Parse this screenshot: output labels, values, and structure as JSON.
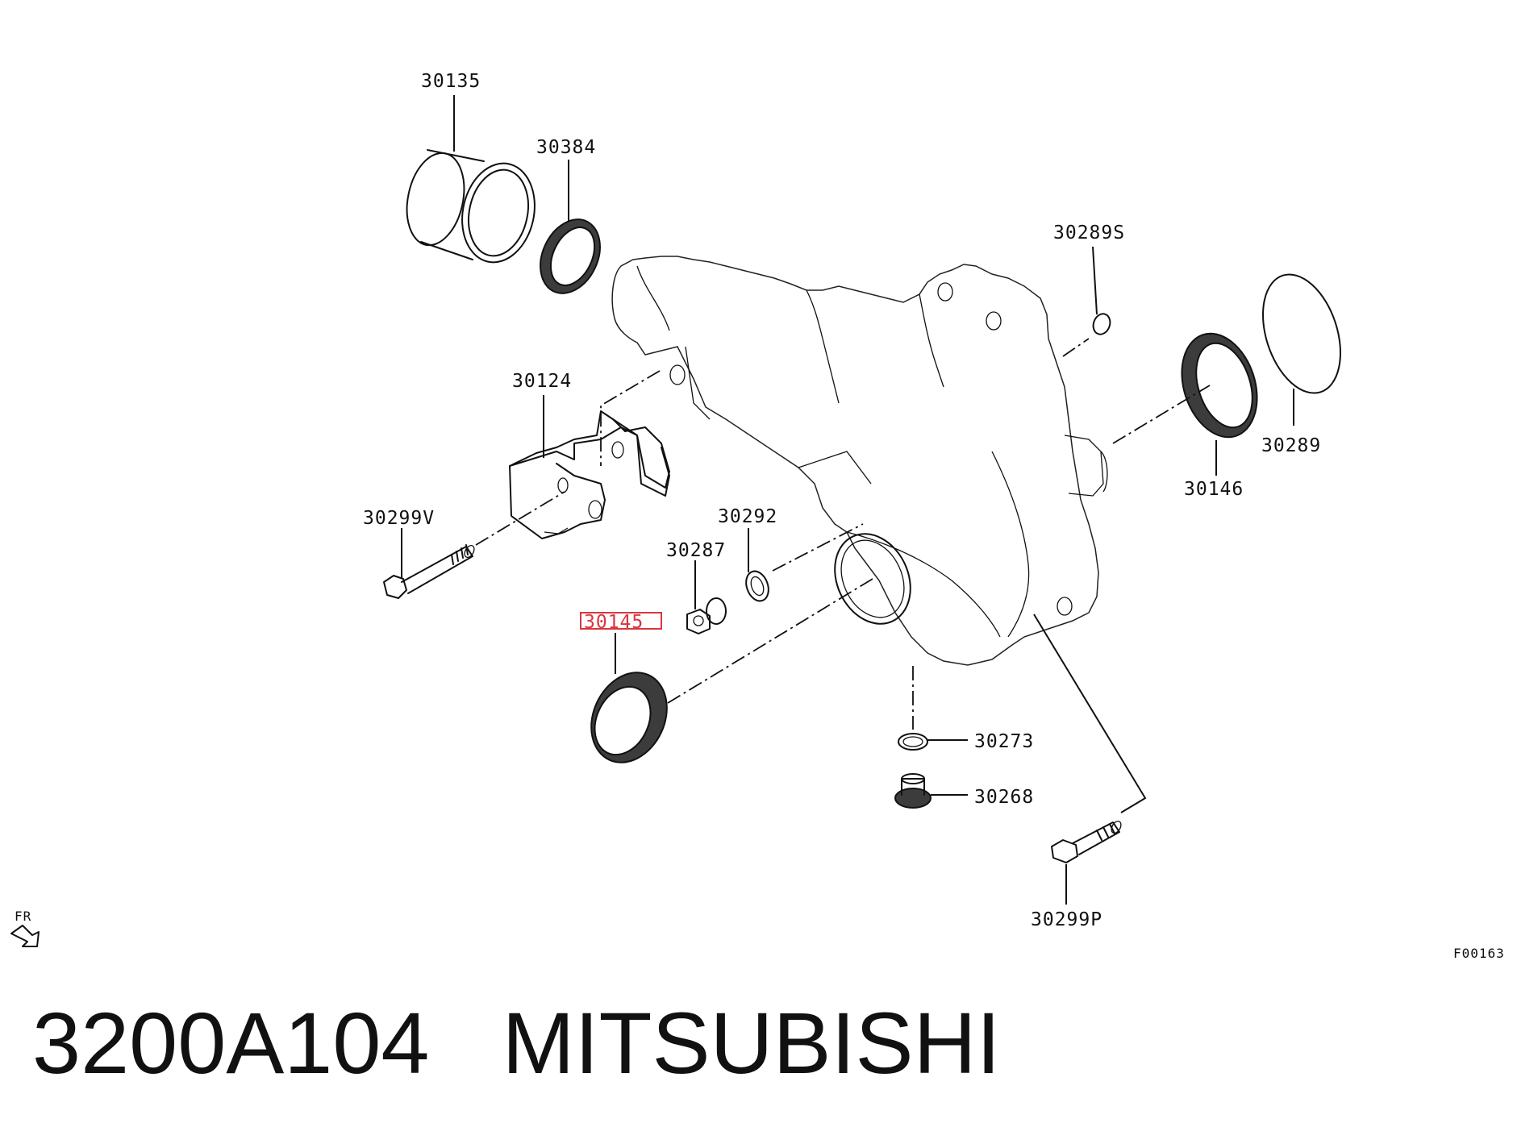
{
  "parts": [
    {
      "id": "p30135",
      "label": "30135"
    },
    {
      "id": "p30384",
      "label": "30384"
    },
    {
      "id": "p30289S",
      "label": "30289S"
    },
    {
      "id": "p30124",
      "label": "30124"
    },
    {
      "id": "p30289",
      "label": "30289"
    },
    {
      "id": "p30146",
      "label": "30146"
    },
    {
      "id": "p30299V",
      "label": "30299V"
    },
    {
      "id": "p30292",
      "label": "30292"
    },
    {
      "id": "p30287",
      "label": "30287"
    },
    {
      "id": "p30145",
      "label": "30145",
      "highlighted": true
    },
    {
      "id": "p30273",
      "label": "30273"
    },
    {
      "id": "p30268",
      "label": "30268"
    },
    {
      "id": "p30299P",
      "label": "30299P"
    }
  ],
  "orientation_label": "FR",
  "figure_code": "F00163",
  "caption": {
    "part_number": "3200A104",
    "brand": "MITSUBISHI"
  },
  "colors": {
    "line": "#111111",
    "highlight": "#d9363e",
    "background": "#ffffff"
  }
}
